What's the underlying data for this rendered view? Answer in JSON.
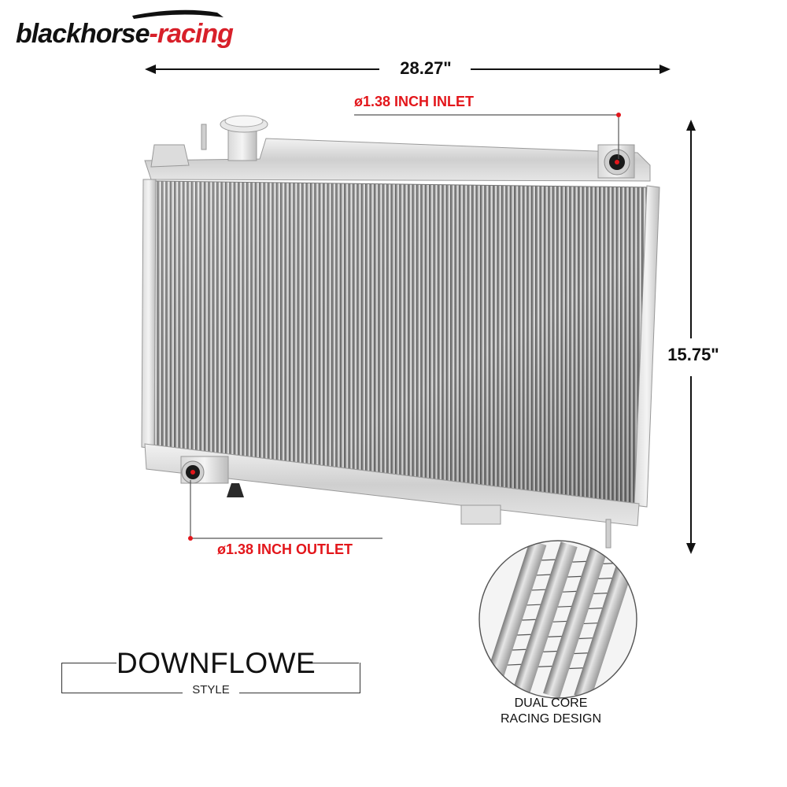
{
  "brand": {
    "name_part1": "blackhorse",
    "name_part2": "-racing"
  },
  "dimensions": {
    "width": "28.27\"",
    "height": "15.75\""
  },
  "inlet": {
    "label": "ø1.38 INCH INLET"
  },
  "outlet": {
    "label": "ø1.38 INCH OUTLET"
  },
  "flow": {
    "title": "DOWNFLOWE",
    "subtitle": "STYLE"
  },
  "core": {
    "line1": "DUAL CORE",
    "line2": "RACING DESIGN"
  },
  "colors": {
    "accent_red": "#e3161b",
    "brand_red": "#d8202a",
    "text_dark": "#111111"
  }
}
